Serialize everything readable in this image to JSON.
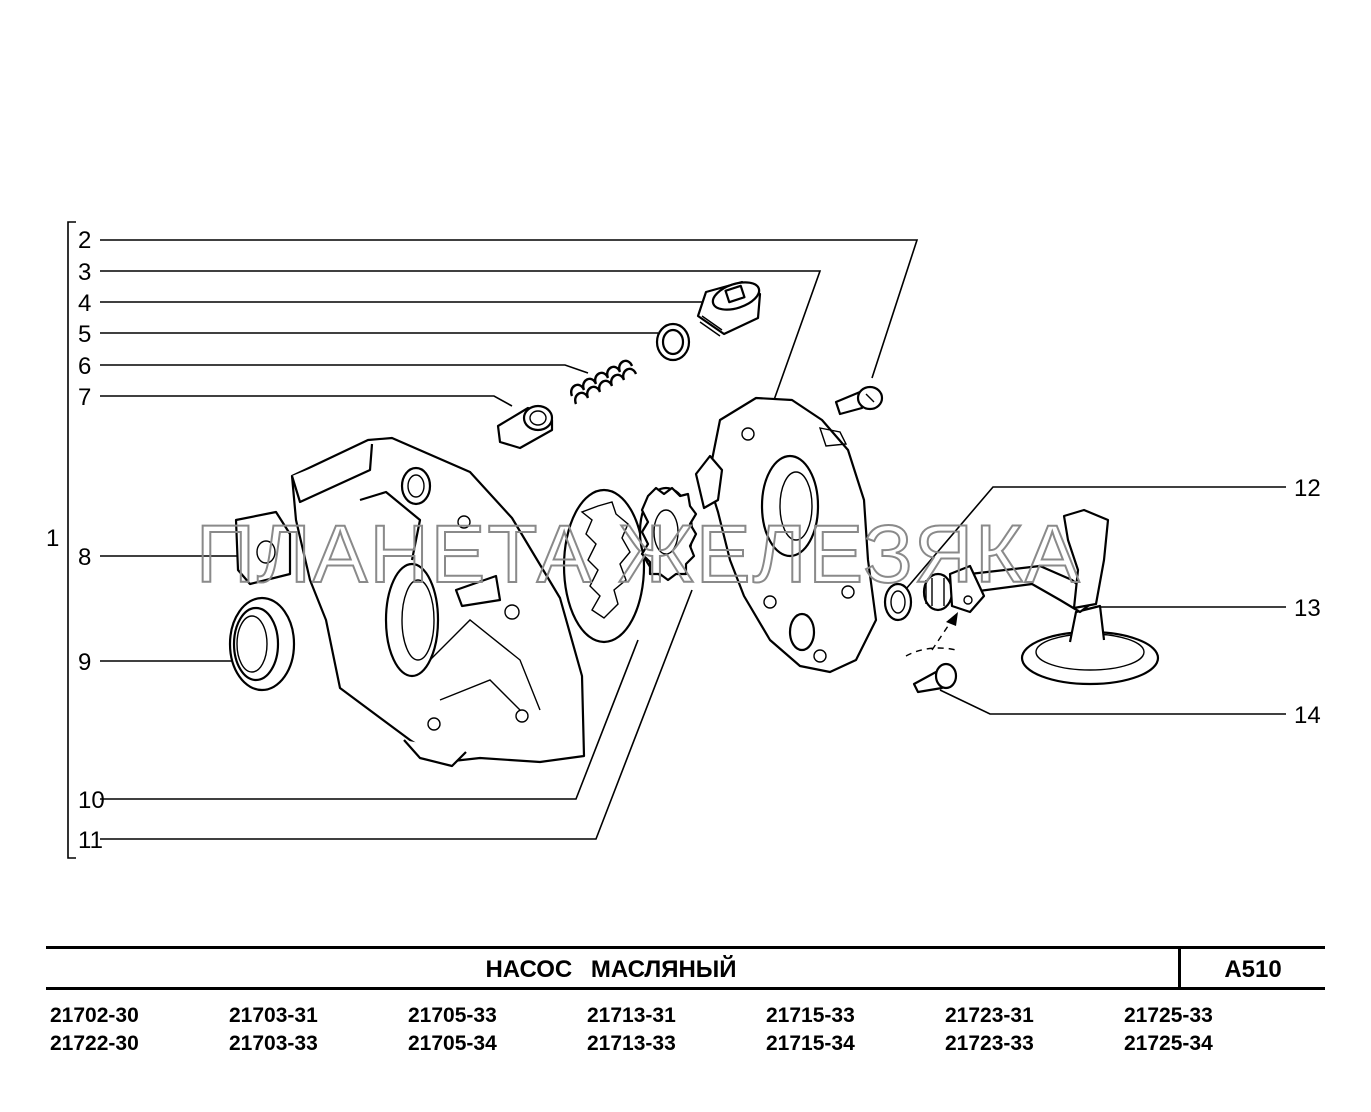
{
  "callouts": {
    "c1": "1",
    "c2": "2",
    "c3": "3",
    "c4": "4",
    "c5": "5",
    "c6": "6",
    "c7": "7",
    "c8": "8",
    "c9": "9",
    "c10": "10",
    "c11": "11",
    "c12": "12",
    "c13": "13",
    "c14": "14"
  },
  "watermark": "ПЛАНЕТА ЖЕЛЕЗЯКА",
  "title": "НАСОС МАСЛЯНЫЙ",
  "sheet_code": "А510",
  "models": {
    "row1": [
      "21702-30",
      "21703-31",
      "21705-33",
      "21713-31",
      "21715-33",
      "21723-31",
      "21725-33"
    ],
    "row2": [
      "21722-30",
      "21703-33",
      "21705-34",
      "21713-33",
      "21715-34",
      "21723-33",
      "21725-34"
    ]
  }
}
